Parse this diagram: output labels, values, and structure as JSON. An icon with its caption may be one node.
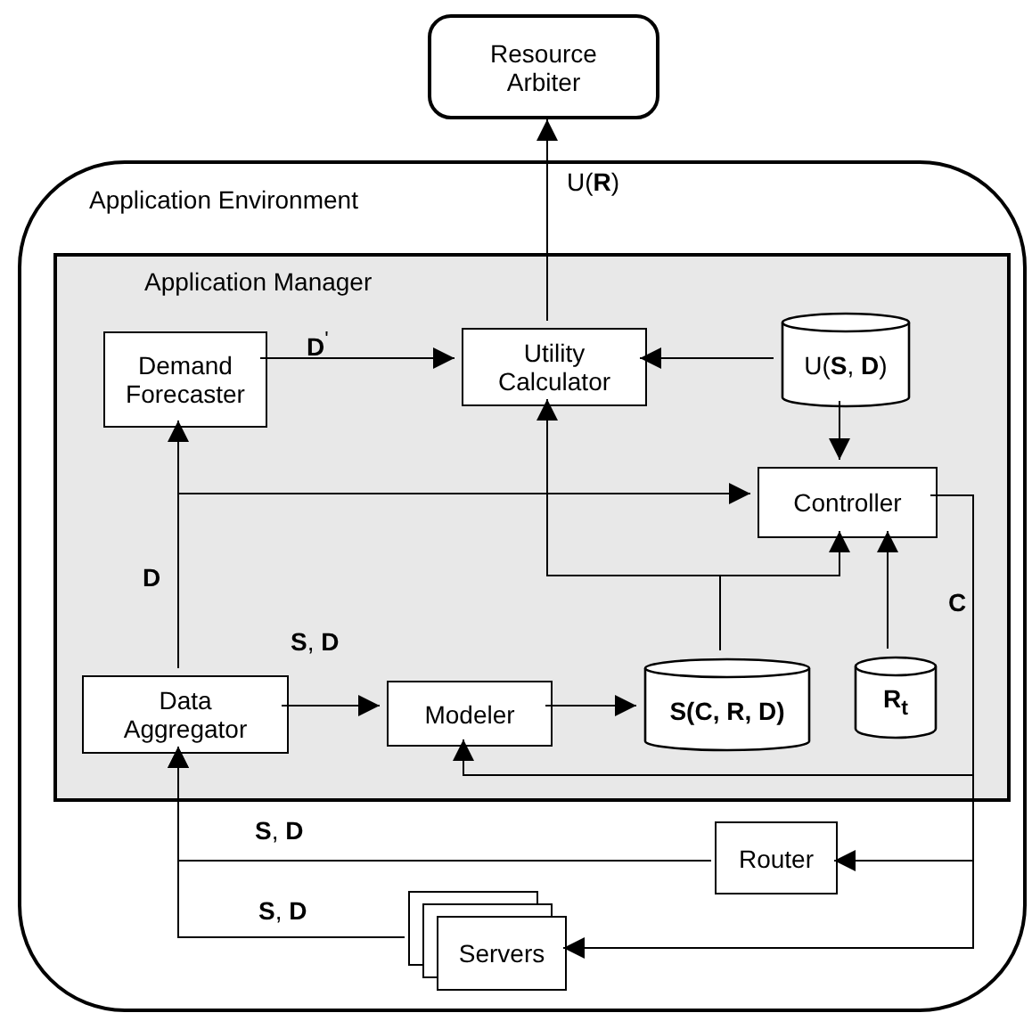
{
  "diagram": {
    "nodes": [
      {
        "text": [
          "Resource Arbiter"
        ]
      },
      {
        "text": [
          "Application Environment"
        ]
      },
      {
        "text": [
          "Application Manager"
        ],
        "in": 1
      },
      {
        "text": [
          "Demand Forecaster"
        ],
        "in": 2
      },
      {
        "text": [
          "Utility Calculator"
        ],
        "in": 2
      },
      {
        "text": [
          "U(**S**, **D**)"
        ],
        "in": 2
      },
      {
        "text": [
          "Controller"
        ],
        "in": 2
      },
      {
        "text": [
          "Data Aggregator"
        ],
        "in": 2
      },
      {
        "text": [
          "Modeler"
        ],
        "in": 2
      },
      {
        "text": [
          "S(C, R, D)"
        ],
        "in": 2
      },
      {
        "text": [
          "R$_{t}$"
        ],
        "in": 2
      },
      {
        "text": [
          "Router"
        ],
        "in": 1
      },
      {
        "text": [
          "Servers"
        ],
        "in": 1
      }
    ],
    "edges": [
      {
        "from": 4,
        "to": 0,
        "arrow": "to",
        "label": "U(**R**)"
      },
      {
        "from": 3,
        "to": 4,
        "arrow": "to",
        "label": "**D**$^{'}$"
      },
      {
        "from": 5,
        "to": 4,
        "arrow": "to"
      },
      {
        "from": 5,
        "to": 6,
        "arrow": "to"
      },
      {
        "from": 7,
        "to": 3,
        "arrow": "to",
        "label": "D"
      },
      {
        "from": 7,
        "to": 6,
        "arrow": "to"
      },
      {
        "from": 9,
        "to": 4,
        "arrow": "to"
      },
      {
        "from": 9,
        "to": 6,
        "arrow": "to"
      },
      {
        "from": 10,
        "to": 6,
        "arrow": "to"
      },
      {
        "from": 7,
        "to": 8,
        "arrow": "to",
        "label": "**S**, **D**"
      },
      {
        "from": 8,
        "to": 9,
        "arrow": "to"
      },
      {
        "from": 6,
        "to": 8,
        "arrow": "to"
      },
      {
        "from": 6,
        "to": 11,
        "arrow": "to",
        "label": "C"
      },
      {
        "from": 6,
        "to": 12,
        "arrow": "to"
      },
      {
        "from": 11,
        "to": 7,
        "arrow": "to",
        "label": "**S**, **D**"
      },
      {
        "from": 12,
        "to": 7,
        "arrow": "to",
        "label": "**S**, **D**"
      }
    ]
  }
}
